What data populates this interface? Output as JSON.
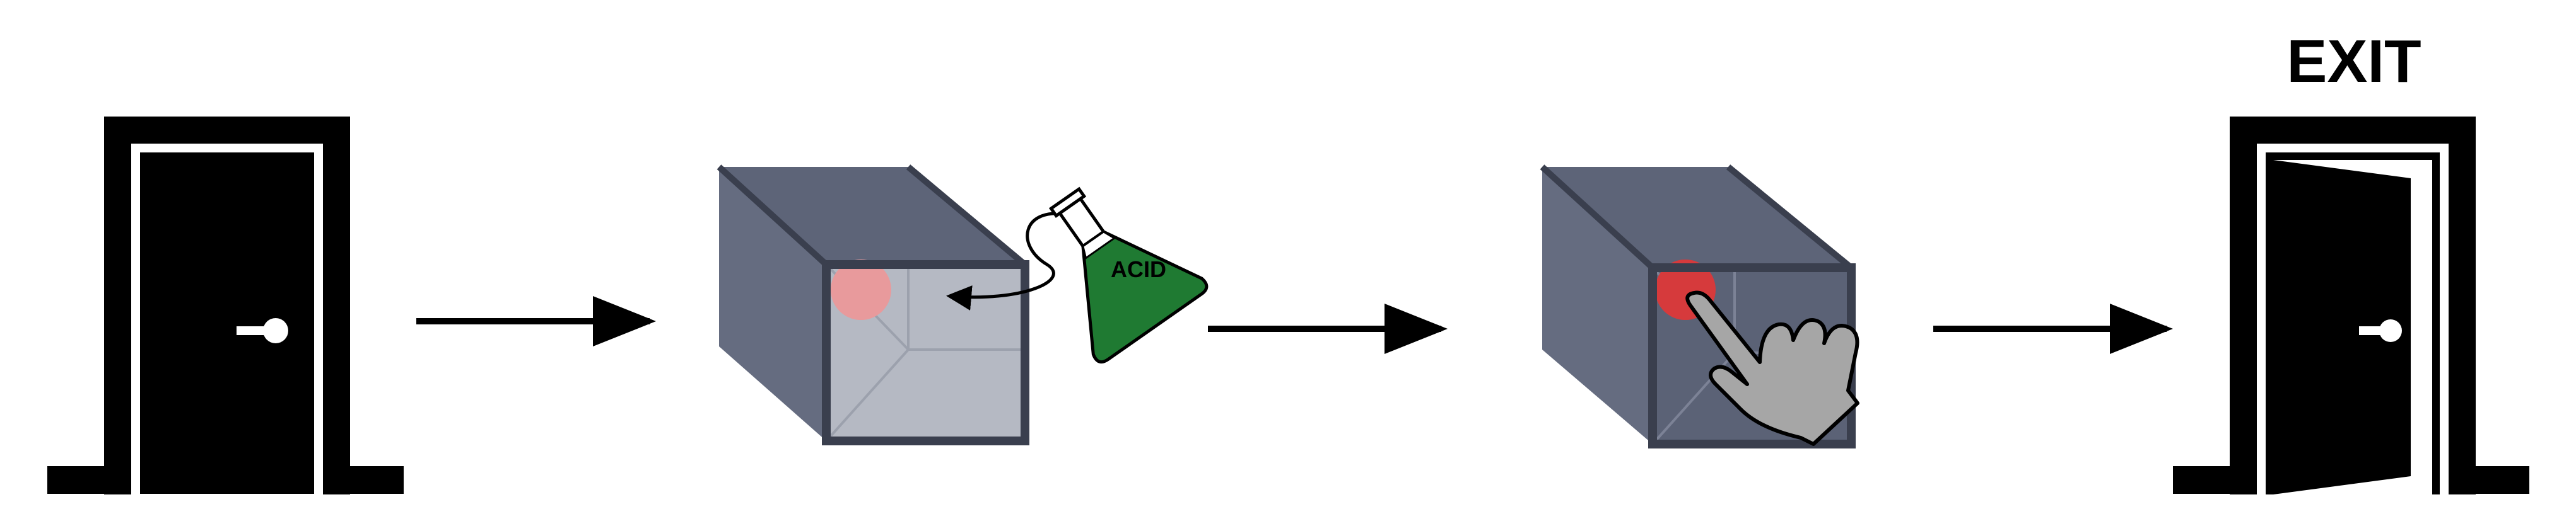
{
  "diagram": {
    "exit_label": "EXIT",
    "acid_label": "ACID",
    "steps": [
      {
        "name": "closed-door",
        "icon": "door-closed-icon"
      },
      {
        "name": "box-with-button",
        "icon": "box-icon"
      },
      {
        "name": "pour-acid",
        "icon": "acid-flask-icon"
      },
      {
        "name": "box-with-exposed-button",
        "icon": "box-icon"
      },
      {
        "name": "press-button",
        "icon": "pointing-hand-icon"
      },
      {
        "name": "open-exit-door",
        "icon": "door-open-icon"
      }
    ],
    "colors": {
      "stroke": "#000000",
      "box_side": "#636a7e",
      "box_top": "#5b6276",
      "box_edge": "#3a3f4e",
      "glass": "#b6bac4",
      "button_red": "#d63a3c",
      "button_faded": "#e99a9c",
      "acid_green": "#1f7a32",
      "hand_gray": "#a6a6a6",
      "background": "#ffffff"
    }
  }
}
